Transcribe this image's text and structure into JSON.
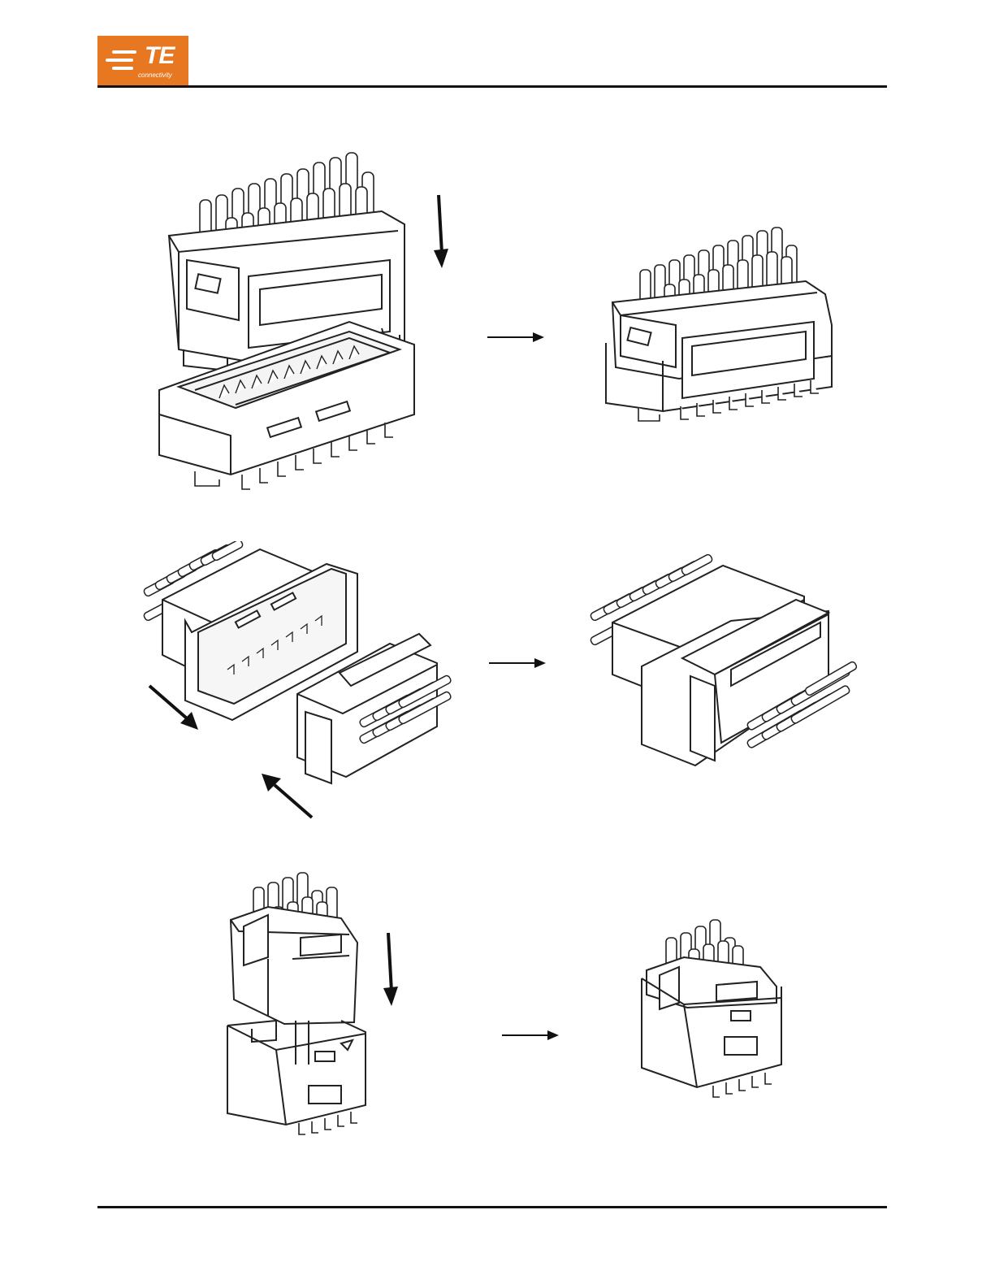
{
  "header": {
    "logo_letters": "TE",
    "logo_tagline": "connectivity"
  },
  "colors": {
    "brand_orange": "#e87722",
    "rule": "#111111",
    "ink": "#222222"
  },
  "figures": [
    {
      "id": "vertical-mating",
      "arrow": "right-arrow-icon"
    },
    {
      "id": "horizontal-mating",
      "arrow": "right-arrow-icon"
    },
    {
      "id": "small-vertical-mating",
      "arrow": "right-arrow-icon"
    }
  ]
}
